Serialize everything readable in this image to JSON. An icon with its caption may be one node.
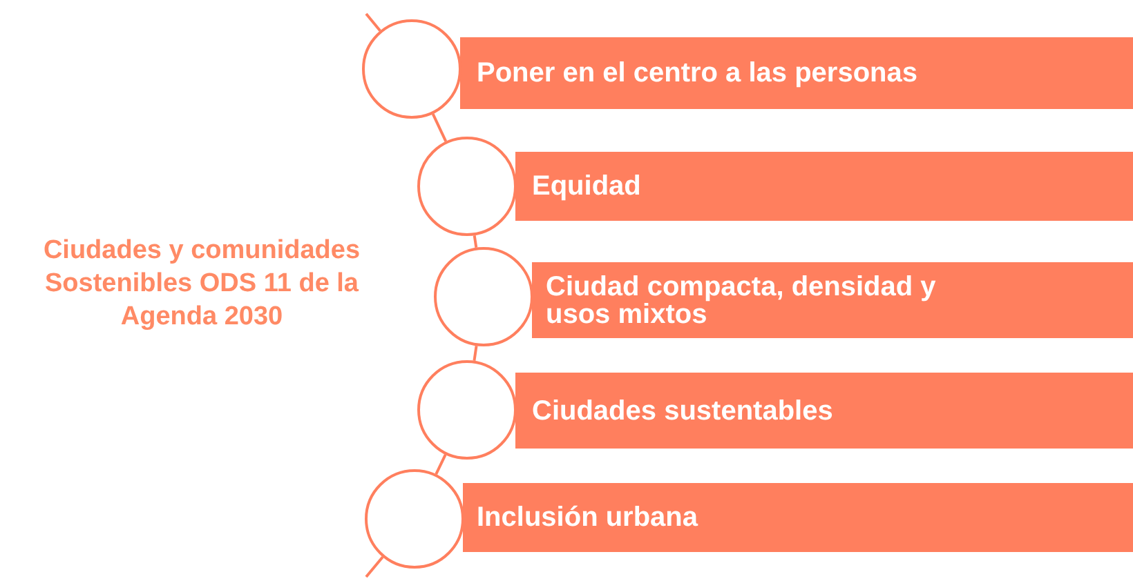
{
  "diagram": {
    "title": "Ciudades y comunidades Sostenibles ODS 11 de la Agenda 2030",
    "nodes": [
      {
        "text": [],
        "shape": "circle"
      },
      {
        "text": [
          "Poner en el centro a las personas"
        ]
      },
      {
        "text": [],
        "shape": "circle"
      },
      {
        "text": [
          "Equidad"
        ]
      },
      {
        "text": [],
        "shape": "circle"
      },
      {
        "text": [
          "Ciudad compacta, densidad y usos mixtos"
        ]
      },
      {
        "text": [],
        "shape": "circle"
      },
      {
        "text": [
          "Ciudades sustentables"
        ]
      },
      {
        "text": [],
        "shape": "circle"
      },
      {
        "text": [
          "Inclusión urbana"
        ]
      }
    ],
    "edges": [
      {
        "from": null,
        "to": 0,
        "arrow": "none"
      },
      {
        "from": 0,
        "to": 2,
        "arrow": "none"
      },
      {
        "from": 2,
        "to": 4,
        "arrow": "none"
      },
      {
        "from": 4,
        "to": 6,
        "arrow": "none"
      },
      {
        "from": 6,
        "to": 8,
        "arrow": "none"
      },
      {
        "from": 8,
        "to": null,
        "arrow": "none"
      }
    ]
  }
}
